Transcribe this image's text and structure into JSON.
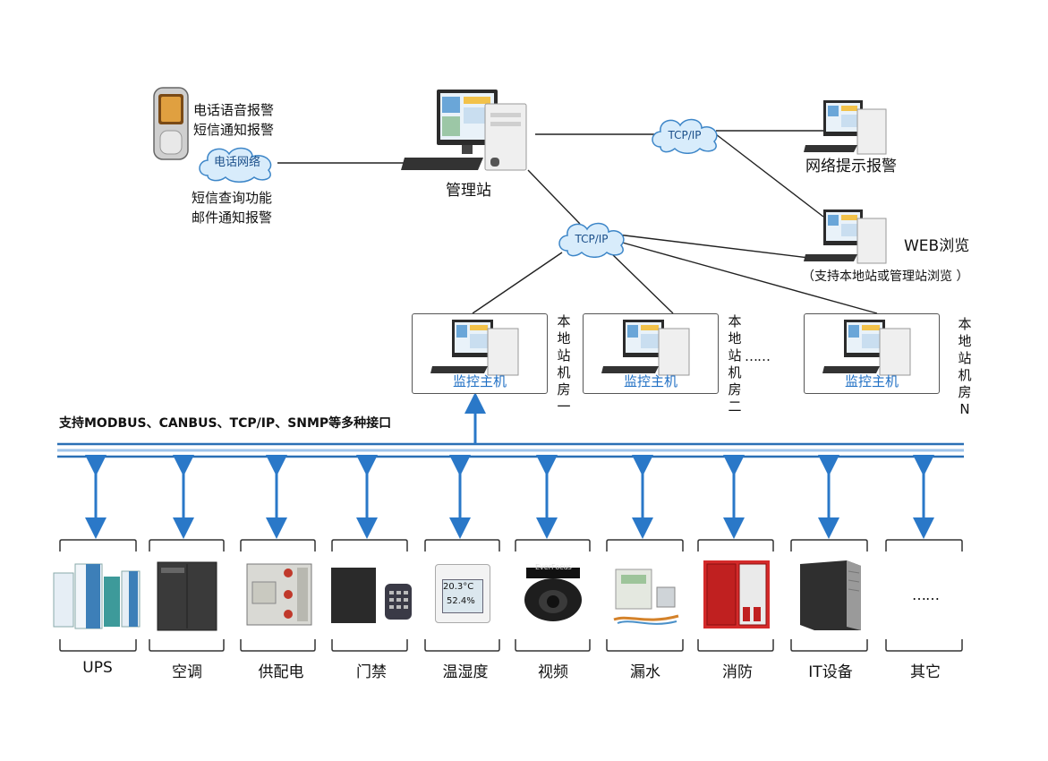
{
  "alarm": {
    "phone_lines": [
      "电话语音报警",
      "短信通知报警"
    ],
    "cloud_label": "电话网络",
    "sms_lines": [
      "短信查询功能",
      "邮件通知报警"
    ]
  },
  "management": {
    "label": "管理站"
  },
  "network": {
    "tcp_top": "TCP/IP",
    "tcp_mid": "TCP/IP",
    "net_alarm_label": "网络提示报警",
    "web_label": "WEB浏览",
    "web_note": "（支持本地站或管理站浏览 ）"
  },
  "hosts": [
    {
      "box_label": "监控主机",
      "room": "本地站机房一"
    },
    {
      "box_label": "监控主机",
      "room": "本地站机房二"
    },
    {
      "box_label": "监控主机",
      "room": "本地站机房N"
    }
  ],
  "hosts_ellipsis": "……",
  "bus": {
    "label": "支持MODBUS、CANBUS、TCP/IP、SNMP等多种接口"
  },
  "devices": [
    {
      "label": "UPS"
    },
    {
      "label": "空调"
    },
    {
      "label": "供配电"
    },
    {
      "label": "门禁"
    },
    {
      "label": "温湿度",
      "display_temp": "20.3°C",
      "display_hum": "52.4%"
    },
    {
      "label": "视频",
      "brand": "EverFocus"
    },
    {
      "label": "漏水"
    },
    {
      "label": "消防"
    },
    {
      "label": "IT设备"
    },
    {
      "label": "其它",
      "ellipsis": "……"
    }
  ],
  "colors": {
    "arrow": "#2a78c8",
    "bus": "#2a6fb5",
    "host_label": "#1f6fc4"
  }
}
